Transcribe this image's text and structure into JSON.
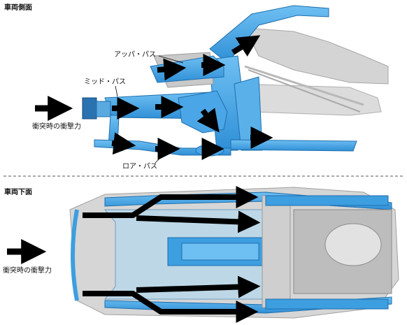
{
  "side_view": {
    "title": "車両側面",
    "labels": {
      "upper_path": "アッパ・パス",
      "mid_path": "ミッド・パス",
      "lower_path": "ロア・パス",
      "impact_force": "衝突時の衝撃力"
    }
  },
  "bottom_view": {
    "title": "車両下面",
    "labels": {
      "impact_force": "衝突時の衝撃力"
    }
  },
  "colors": {
    "structure_blue": "#3d9ee0",
    "structure_light_blue": "#7cc3f0",
    "body_gray": "#c8c8c8",
    "arrow_black": "#000000",
    "divider": "#555555"
  }
}
